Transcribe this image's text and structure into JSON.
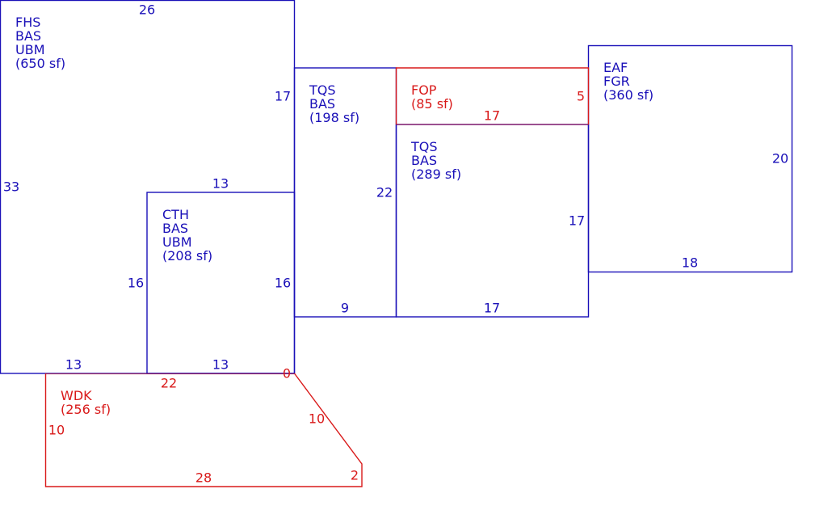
{
  "colors": {
    "blue": "#1a10b8",
    "red": "#d91a1a",
    "background": "#ffffff"
  },
  "areas": [
    {
      "id": "fhs",
      "lines": [
        "FHS",
        "BAS",
        "UBM",
        "(650 sf)"
      ],
      "color": "blue"
    },
    {
      "id": "cth",
      "lines": [
        "CTH",
        "BAS",
        "UBM",
        "(208 sf)"
      ],
      "color": "blue"
    },
    {
      "id": "tqs1",
      "lines": [
        "TQS",
        "BAS",
        "(198 sf)"
      ],
      "color": "blue"
    },
    {
      "id": "fop",
      "lines": [
        "FOP",
        "(85 sf)"
      ],
      "color": "red"
    },
    {
      "id": "tqs2",
      "lines": [
        "TQS",
        "BAS",
        "(289 sf)"
      ],
      "color": "blue"
    },
    {
      "id": "eaf",
      "lines": [
        "EAF",
        "FGR",
        "(360 sf)"
      ],
      "color": "blue"
    },
    {
      "id": "wdk",
      "lines": [
        "WDK",
        "(256 sf)"
      ],
      "color": "red"
    }
  ],
  "dimensions": [
    {
      "id": "fhs-top",
      "text": "26",
      "color": "blue"
    },
    {
      "id": "fhs-left",
      "text": "33",
      "color": "blue"
    },
    {
      "id": "fhs-right",
      "text": "17",
      "color": "blue"
    },
    {
      "id": "fhs-bottom",
      "text": "13",
      "color": "blue"
    },
    {
      "id": "cth-top",
      "text": "13",
      "color": "blue"
    },
    {
      "id": "cth-left",
      "text": "16",
      "color": "blue"
    },
    {
      "id": "cth-right",
      "text": "16",
      "color": "blue"
    },
    {
      "id": "cth-bottom",
      "text": "13",
      "color": "blue"
    },
    {
      "id": "tqs1-right",
      "text": "22",
      "color": "blue"
    },
    {
      "id": "tqs1-bottom",
      "text": "9",
      "color": "blue"
    },
    {
      "id": "fop-bottom",
      "text": "17",
      "color": "red"
    },
    {
      "id": "fop-right",
      "text": "5",
      "color": "red"
    },
    {
      "id": "tqs2-right",
      "text": "17",
      "color": "blue"
    },
    {
      "id": "tqs2-bottom",
      "text": "17",
      "color": "blue"
    },
    {
      "id": "eaf-right",
      "text": "20",
      "color": "blue"
    },
    {
      "id": "eaf-bottom",
      "text": "18",
      "color": "blue"
    },
    {
      "id": "wdk-top",
      "text": "22",
      "color": "red"
    },
    {
      "id": "wdk-zero",
      "text": "0",
      "color": "red"
    },
    {
      "id": "wdk-left",
      "text": "10",
      "color": "red"
    },
    {
      "id": "wdk-diagonal",
      "text": "10",
      "color": "red"
    },
    {
      "id": "wdk-short",
      "text": "2",
      "color": "red"
    },
    {
      "id": "wdk-bottom",
      "text": "28",
      "color": "red"
    }
  ]
}
